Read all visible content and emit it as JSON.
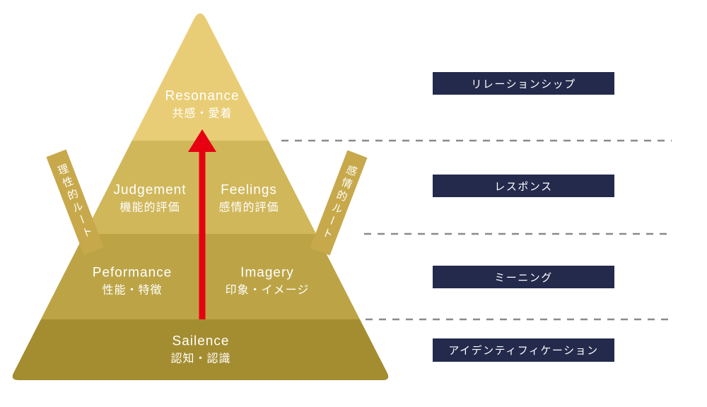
{
  "pyramid": {
    "tiers": [
      {
        "name": "resonance",
        "color": "#e9cd76",
        "labels": [
          {
            "en": "Resonance",
            "ja": "共感・愛着"
          }
        ]
      },
      {
        "name": "response",
        "color": "#d0b75a",
        "labels": [
          {
            "en": "Judgement",
            "ja": "機能的評価"
          },
          {
            "en": "Feelings",
            "ja": "感情的評価"
          }
        ]
      },
      {
        "name": "meaning",
        "color": "#bca446",
        "labels": [
          {
            "en": "Peformance",
            "ja": "性能・特徴"
          },
          {
            "en": "Imagery",
            "ja": "印象・イメージ"
          }
        ]
      },
      {
        "name": "salience",
        "color": "#a48d30",
        "labels": [
          {
            "en": "Sailence",
            "ja": "認知・認識"
          }
        ]
      }
    ],
    "arrow_color": "#e60012"
  },
  "routes": {
    "left": "理性的ルート",
    "right": "感情的ルート",
    "ribbon_color": "#c7a94b"
  },
  "stages": [
    {
      "label": "リレーションシップ"
    },
    {
      "label": "レスポンス"
    },
    {
      "label": "ミーニング"
    },
    {
      "label": "アイデンティフィケーション"
    }
  ],
  "stage_box_color": "#232a4c",
  "dash_color": "#8a8a8a"
}
